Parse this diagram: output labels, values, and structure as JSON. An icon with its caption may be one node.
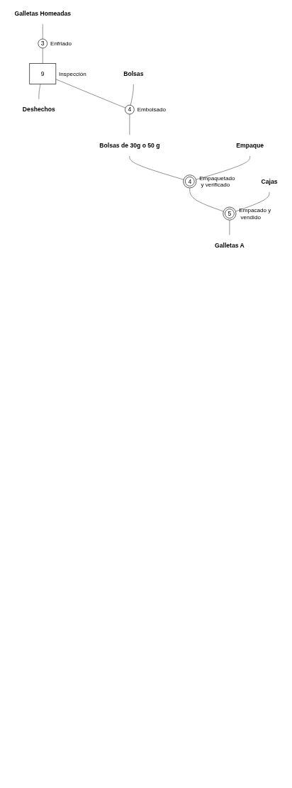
{
  "diagram": {
    "nodes": [
      {
        "text": [
          "Galletas Homeadas"
        ]
      },
      {
        "text": [
          "3"
        ],
        "beside": [
          "Enfriado"
        ]
      },
      {
        "text": [
          "9"
        ],
        "beside": [
          "Inspección"
        ]
      },
      {
        "text": [
          "Deshechos"
        ]
      },
      {
        "text": [
          "Bolsas"
        ]
      },
      {
        "text": [
          "4"
        ],
        "beside": [
          "Embolsado"
        ]
      },
      {
        "text": [
          "Bolsas de 30g o 50 g"
        ]
      },
      {
        "text": [
          "Empaque"
        ]
      },
      {
        "text": [
          "4"
        ],
        "beside": [
          "Empaquetado y verificado"
        ]
      },
      {
        "text": [
          "Cajas"
        ]
      },
      {
        "text": [
          "5"
        ],
        "beside": [
          "Empacado y vendido"
        ]
      },
      {
        "text": [
          "Galletas A"
        ]
      }
    ],
    "edges": [
      {
        "from": 0,
        "to": 1,
        "arrow": "none"
      },
      {
        "from": 1,
        "to": 2,
        "arrow": "none"
      },
      {
        "from": 2,
        "to": 3,
        "arrow": "none"
      },
      {
        "from": 2,
        "to": 5,
        "arrow": "none"
      },
      {
        "from": 4,
        "to": 5,
        "arrow": "none"
      },
      {
        "from": 5,
        "to": 6,
        "arrow": "none"
      },
      {
        "from": 6,
        "to": 8,
        "arrow": "none"
      },
      {
        "from": 7,
        "to": 8,
        "arrow": "none"
      },
      {
        "from": 8,
        "to": 10,
        "arrow": "none"
      },
      {
        "from": 9,
        "to": 10,
        "arrow": "none"
      },
      {
        "from": 10,
        "to": 11,
        "arrow": "none"
      }
    ]
  }
}
